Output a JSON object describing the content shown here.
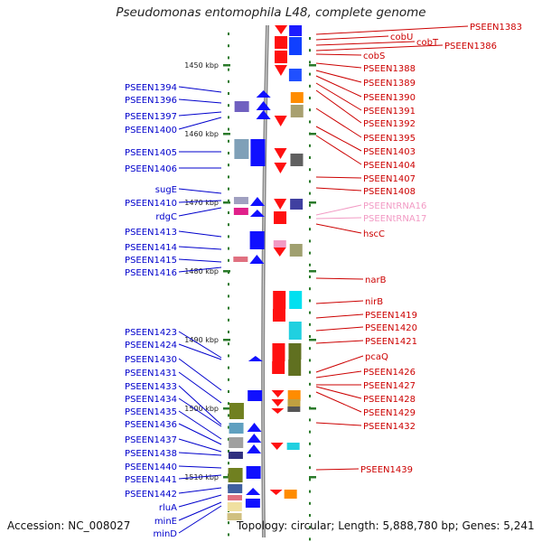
{
  "title": "Pseudomonas entomophila L48, complete genome",
  "footer": {
    "accession": "Accession: NC_008027",
    "topology": "Topology: circular; Length: 5,888,780 bp; Genes: 5,241"
  },
  "colors": {
    "reverse_label": "#0000cc",
    "forward_label": "#cc0000",
    "rna_label": "#f29ac4",
    "backbone": "#888888",
    "tick": "#2a7a2a"
  },
  "ticks": [
    {
      "label": "1450 kbp"
    },
    {
      "label": "1460 kbp"
    },
    {
      "label": "1470 kbp"
    },
    {
      "label": "1480 kbp"
    },
    {
      "label": "1490 kbp"
    },
    {
      "label": "1500 kbp"
    },
    {
      "label": "1510 kbp"
    }
  ],
  "left_labels": [
    "PSEEN1394",
    "PSEEN1396",
    "PSEEN1397",
    "PSEEN1400",
    "PSEEN1405",
    "PSEEN1406",
    "sugE",
    "PSEEN1410",
    "rdgC",
    "PSEEN1413",
    "PSEEN1414",
    "PSEEN1415",
    "PSEEN1416",
    "PSEEN1423",
    "PSEEN1424",
    "PSEEN1430",
    "PSEEN1431",
    "PSEEN1433",
    "PSEEN1434",
    "PSEEN1435",
    "PSEEN1436",
    "PSEEN1437",
    "PSEEN1438",
    "PSEEN1440",
    "PSEEN1441",
    "PSEEN1442",
    "rluA",
    "minE",
    "minD"
  ],
  "right_labels": [
    {
      "text": "PSEEN1383",
      "kind": "gene"
    },
    {
      "text": "cobU",
      "kind": "gene"
    },
    {
      "text": "cobT",
      "kind": "gene"
    },
    {
      "text": "PSEEN1386",
      "kind": "gene"
    },
    {
      "text": "cobS",
      "kind": "gene"
    },
    {
      "text": "PSEEN1388",
      "kind": "gene"
    },
    {
      "text": "PSEEN1389",
      "kind": "gene"
    },
    {
      "text": "PSEEN1390",
      "kind": "gene"
    },
    {
      "text": "PSEEN1391",
      "kind": "gene"
    },
    {
      "text": "PSEEN1392",
      "kind": "gene"
    },
    {
      "text": "PSEEN1395",
      "kind": "gene"
    },
    {
      "text": "PSEEN1403",
      "kind": "gene"
    },
    {
      "text": "PSEEN1404",
      "kind": "gene"
    },
    {
      "text": "PSEEN1407",
      "kind": "gene"
    },
    {
      "text": "PSEEN1408",
      "kind": "gene"
    },
    {
      "text": "PSEENtRNA16",
      "kind": "rna"
    },
    {
      "text": "PSEENtRNA17",
      "kind": "rna"
    },
    {
      "text": "hscC",
      "kind": "gene"
    },
    {
      "text": "narB",
      "kind": "gene"
    },
    {
      "text": "nirB",
      "kind": "gene"
    },
    {
      "text": "PSEEN1419",
      "kind": "gene"
    },
    {
      "text": "PSEEN1420",
      "kind": "gene"
    },
    {
      "text": "PSEEN1421",
      "kind": "gene"
    },
    {
      "text": "pcaQ",
      "kind": "gene"
    },
    {
      "text": "PSEEN1426",
      "kind": "gene"
    },
    {
      "text": "PSEEN1427",
      "kind": "gene"
    },
    {
      "text": "PSEEN1428",
      "kind": "gene"
    },
    {
      "text": "PSEEN1429",
      "kind": "gene"
    },
    {
      "text": "PSEEN1432",
      "kind": "gene"
    },
    {
      "text": "PSEEN1439",
      "kind": "gene"
    }
  ]
}
